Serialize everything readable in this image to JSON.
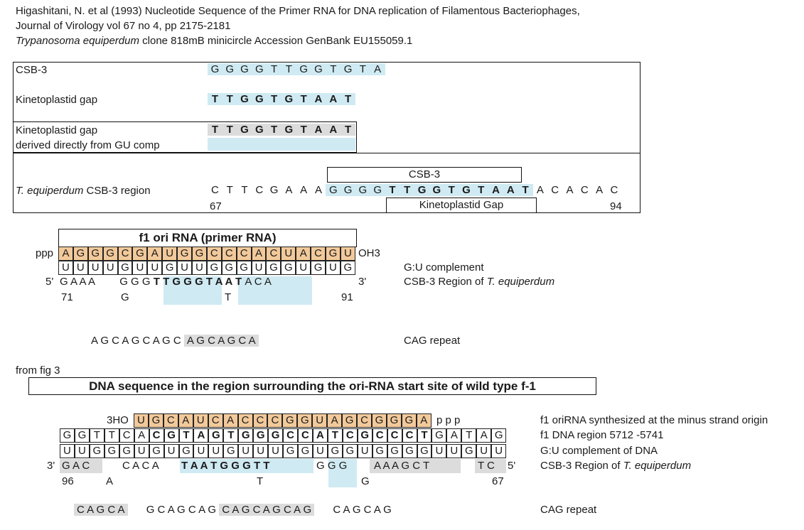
{
  "header": {
    "line1": "Higashitani, N. et al (1993) Nucleotide Sequence of the Primer RNA for DNA replication of Filamentous Bacteriophages,",
    "line2": "Journal of Virology vol 67 no 4, pp 2175-2181",
    "line3_italic": "Trypanosoma equiperdum",
    "line3_rest": " clone 818mB minicircle Accession GenBank EU155059.1"
  },
  "table": {
    "csb3_label": "CSB-3",
    "csb3_seq": [
      "G",
      "G",
      "G",
      "G",
      "T",
      "T",
      "G",
      "G",
      "T",
      "G",
      "T",
      "A"
    ],
    "kgap_label": "Kinetoplastid gap",
    "kgap_seq": [
      "T",
      "T",
      "G",
      "G",
      "T",
      "G",
      "T",
      "A",
      "A",
      "T"
    ],
    "kgap_gu_label1": "Kinetoplastid gap",
    "kgap_gu_label2": "derived directly from GU comp",
    "kgap_gu_seq": [
      "T",
      "T",
      "G",
      "G",
      "T",
      "G",
      "T",
      "A",
      "A",
      "T"
    ],
    "region_label_italic": "T. equiperdum",
    "region_label_rest": " CSB-3 region",
    "region_box_top": "CSB-3",
    "region_box_bottom": "Kinetoplastid Gap",
    "region_seq_a": [
      "C",
      "T",
      "T",
      "C",
      "G",
      "A",
      "A",
      "A"
    ],
    "region_seq_b": [
      "G",
      "G",
      "G",
      "G"
    ],
    "region_seq_c": [
      "T",
      "T",
      "G",
      "G",
      "T",
      "G",
      "T",
      "A",
      "A",
      "T"
    ],
    "region_seq_d": [
      "A",
      "C",
      "A",
      "C",
      "A",
      "C"
    ],
    "num_start": "67",
    "num_end": "94"
  },
  "primer": {
    "title": "f1 ori RNA (primer RNA)",
    "prefix": "ppp",
    "suffix": "OH3",
    "rna": [
      "A",
      "G",
      "G",
      "G",
      "C",
      "G",
      "A",
      "U",
      "G",
      "G",
      "C",
      "C",
      "C",
      "A",
      "C",
      "U",
      "A",
      "C",
      "G",
      "U"
    ],
    "gu": [
      "U",
      "U",
      "U",
      "U",
      "G",
      "U",
      "U",
      "G",
      "U",
      "U",
      "G",
      "G",
      "G",
      "U",
      "G",
      "G",
      "U",
      "G",
      "U",
      "G"
    ],
    "gu_label": "G:U complement",
    "region_prefix": "5'",
    "region_seq": "G A A A   G G G T T G G G T A A T A C A",
    "region_suffix": "3'",
    "region_label": "CSB-3 Region of ",
    "region_label_italic": "T. equiperdum",
    "num_left": "71",
    "sub_g": "G",
    "sub_t": "T",
    "num_right": "91",
    "cag_seq_a": "A G C A G C A G C",
    "cag_seq_b": "A G C A G C A",
    "cag_label": "CAG repeat"
  },
  "fig3": {
    "from": "from fig 3",
    "title": "DNA sequence in the region surrounding the ori-RNA start site of wild type f-1",
    "rna_prefix": "3HO",
    "rna": [
      "U",
      "G",
      "C",
      "A",
      "U",
      "C",
      "A",
      "C",
      "C",
      "C",
      "G",
      "G",
      "U",
      "A",
      "G",
      "C",
      "G",
      "G",
      "G",
      "A"
    ],
    "rna_suffix": "p p p",
    "rna_label": "f1 oriRNA synthesized at the minus strand origin",
    "dna": [
      "G",
      "G",
      "T",
      "T",
      "C",
      "A",
      "C",
      "G",
      "T",
      "A",
      "G",
      "T",
      "G",
      "G",
      "G",
      "C",
      "C",
      "A",
      "T",
      "C",
      "G",
      "C",
      "C",
      "C",
      "T",
      "G",
      "A",
      "T",
      "A",
      "G"
    ],
    "dna_label": "f1 DNA region 5712 -5741",
    "gu": [
      "U",
      "U",
      "G",
      "G",
      "G",
      "U",
      "G",
      "U",
      "G",
      "U",
      "U",
      "G",
      "U",
      "U",
      "U",
      "G",
      "G",
      "U",
      "G",
      "G",
      "U",
      "G",
      "G",
      "G",
      "G",
      "U",
      "U",
      "G",
      "U",
      "U"
    ],
    "gu_label": "G:U complement of DNA",
    "region_prefix": "3'",
    "region_seq_a": "G A C",
    "region_seq_b": "C A C A",
    "region_seq_c": "T A A T G G G T T",
    "region_seq_d": "G G G",
    "region_seq_e": "A A A G C T",
    "region_seq_f": "T C",
    "region_suffix": "5'",
    "region_label": "CSB-3 Region of ",
    "region_label_italic": "T. equiperdum",
    "num_left": "96",
    "sub_a": "A",
    "sub_t": "T",
    "sub_g": "G",
    "num_right": "67",
    "cag_a": "C A G C A",
    "cag_b": "G C A G C A G",
    "cag_c": "C A G C A G C A G",
    "cag_d": "C A G C A G",
    "cag_label": "CAG repeat"
  }
}
